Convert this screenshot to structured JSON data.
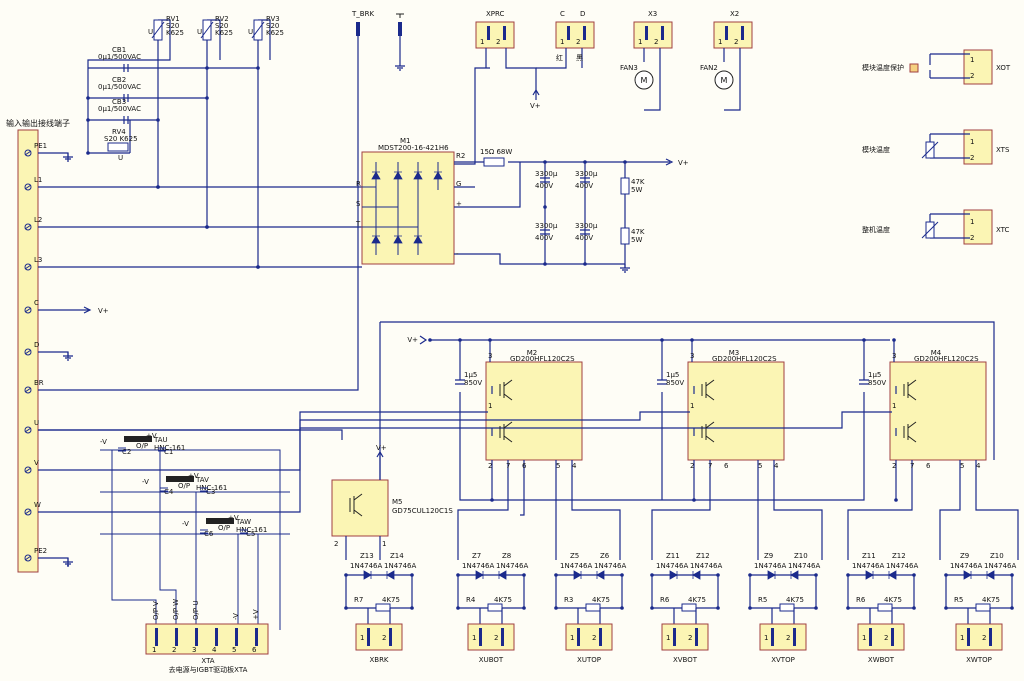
{
  "colors": {
    "wire": "#1b2a8c",
    "component_fill": "#fbf5b4",
    "component_border": "#a04040",
    "background": "#fefdf6"
  },
  "terminal_strip": {
    "title": "输入输出接线端子",
    "pins": [
      "PE1",
      "L1",
      "L2",
      "L3",
      "C",
      "D",
      "BR",
      "U",
      "V",
      "W",
      "PE2"
    ]
  },
  "varistors": [
    {
      "ref": "RV1",
      "l1": "S20",
      "l2": "K625"
    },
    {
      "ref": "RV2",
      "l1": "S20",
      "l2": "K625"
    },
    {
      "ref": "RV3",
      "l1": "S20",
      "l2": "K625"
    },
    {
      "ref": "RV4",
      "l1": "S20",
      "l2": "K625"
    }
  ],
  "capacitors_cb": [
    {
      "ref": "CB1",
      "value": "0µ1/500VAC"
    },
    {
      "ref": "CB2",
      "value": "0µ1/500VAC"
    },
    {
      "ref": "CB3",
      "value": "0µ1/500VAC"
    }
  ],
  "bridge": {
    "ref": "M1",
    "part": "MDST200-16-421H6",
    "pins": [
      "R",
      "S",
      "T",
      "R2",
      "G",
      "+",
      "-"
    ]
  },
  "charge_resistor": "15Ω 68W",
  "bus_caps": [
    {
      "l1": "3300µ",
      "l2": "400V"
    },
    {
      "l1": "3300µ",
      "l2": "400V"
    },
    {
      "l1": "3300µ",
      "l2": "400V"
    },
    {
      "l1": "3300µ",
      "l2": "400V"
    }
  ],
  "bleed_resistors": [
    {
      "l1": "47K",
      "l2": "5W"
    },
    {
      "l1": "47K",
      "l2": "5W"
    }
  ],
  "vplus": "V+",
  "top_labels": {
    "tbrk": "T_BRK",
    "xprc": "XPRC",
    "c": "C",
    "d": "D",
    "x3": "X3",
    "x2": "X2",
    "red": "红",
    "black": "黑"
  },
  "fans": [
    {
      "ref": "FAN3",
      "m": "M"
    },
    {
      "ref": "FAN2",
      "m": "M"
    }
  ],
  "right_sensors": [
    {
      "label": "模块温度保护",
      "conn": "XOT"
    },
    {
      "label": "模块温度",
      "conn": "XTS"
    },
    {
      "label": "整机温度",
      "conn": "XTC"
    }
  ],
  "igbt_modules": [
    {
      "ref": "M2",
      "part": "GD200HFL120C2S",
      "cap": "1µ5",
      "cap_v": "850V"
    },
    {
      "ref": "M3",
      "part": "GD200HFL120C2S",
      "cap": "1µ5",
      "cap_v": "850V"
    },
    {
      "ref": "M4",
      "part": "GD200HFL120C2S",
      "cap": "1µ5",
      "cap_v": "850V"
    }
  ],
  "brake_module": {
    "ref": "M5",
    "part": "GD75CUL120C1S"
  },
  "current_sensors": [
    {
      "ref": "TAU",
      "part": "HNC-161",
      "c_left": "C2",
      "c_right": "C1"
    },
    {
      "ref": "TAV",
      "part": "HNC-161",
      "c_left": "C4",
      "c_right": "C3"
    },
    {
      "ref": "TAW",
      "part": "HNC-161",
      "c_left": "C6",
      "c_right": "C5"
    }
  ],
  "sensor_pin_labels": {
    "neg": "-V",
    "pos": "+V",
    "out": "O/P"
  },
  "gate_circuits": [
    {
      "z1": "Z13",
      "z2": "Z14",
      "r": "R7",
      "conn": "XBRK"
    },
    {
      "z1": "Z7",
      "z2": "Z8",
      "r": "R4",
      "conn": "XUBOT"
    },
    {
      "z1": "Z5",
      "z2": "Z6",
      "r": "R3",
      "conn": "XUTOP"
    },
    {
      "z1": "Z11",
      "z2": "Z12",
      "r": "R6",
      "conn": "XVBOT"
    },
    {
      "z1": "Z9",
      "z2": "Z10",
      "r": "R5",
      "conn": "XVTOP"
    },
    {
      "z1": "Z11",
      "z2": "Z12",
      "r": "R6",
      "conn": "XWBOT"
    },
    {
      "z1": "Z9",
      "z2": "Z10",
      "r": "R5",
      "conn": "XWTOP"
    }
  ],
  "zener_part": "1N4746A",
  "gate_res_value": "4K75",
  "xta": {
    "labels": [
      "O/P-V",
      "O/P-W",
      "O/P-U",
      "",
      "-V",
      "+V"
    ],
    "pins": [
      "1",
      "2",
      "3",
      "4",
      "5",
      "6"
    ],
    "ref": "XTA",
    "caption": "去电源与IGBT驱动板XTA"
  },
  "pin12": [
    "1",
    "2"
  ]
}
